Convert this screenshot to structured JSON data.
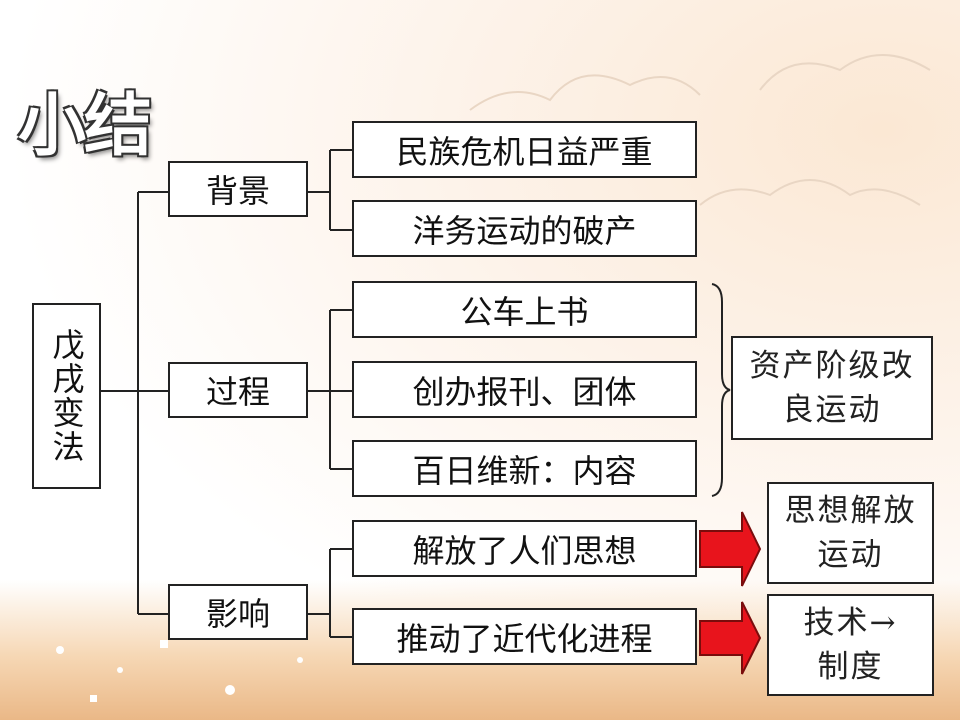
{
  "title": "小结",
  "root": "戊戌变法",
  "branches": [
    {
      "label": "背景",
      "items": [
        "民族危机日益严重",
        "洋务运动的破产"
      ]
    },
    {
      "label": "过程",
      "items": [
        "公车上书",
        "创办报刊、团体",
        "百日维新：内容"
      ]
    },
    {
      "label": "影响",
      "items": [
        "解放了人们思想",
        "推动了近代化进程"
      ]
    }
  ],
  "notes": {
    "process": "资产阶级改\n良运动",
    "thought": "思想解放\n运动",
    "modern": "技术→\n制度"
  },
  "colors": {
    "arrow": "#e8141c",
    "line": "#222222"
  }
}
